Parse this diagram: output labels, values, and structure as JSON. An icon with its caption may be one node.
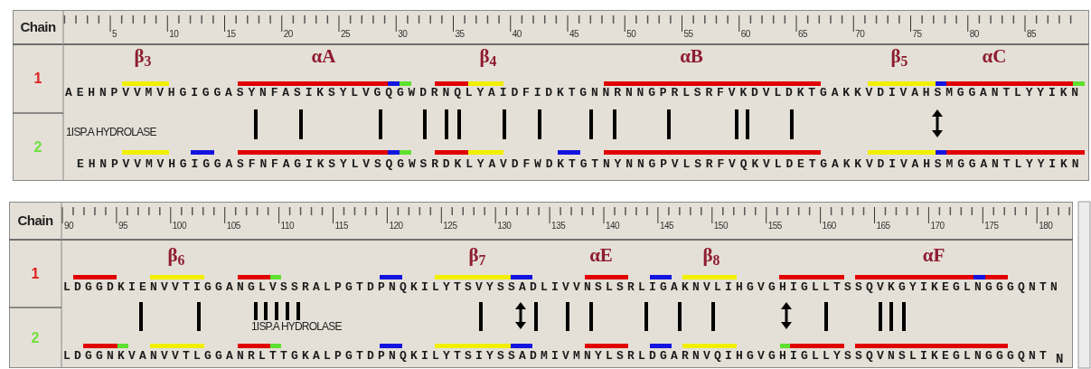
{
  "diagram": {
    "nodes": [
      {
        "text": [
          "Chain"
        ]
      },
      {
        "text": [
          "1"
        ]
      },
      {
        "text": [
          "2"
        ]
      },
      {
        "text": [
          "Chain"
        ]
      },
      {
        "text": [
          "1"
        ]
      },
      {
        "text": [
          "2"
        ]
      }
    ],
    "labels": [
      "5",
      "10",
      "15",
      "20",
      "25",
      "30",
      "35",
      "40",
      "45",
      "50",
      "55",
      "60",
      "65",
      "70",
      "75",
      "80",
      "85",
      "β$_{3}$",
      "αA",
      "β$_{4}$",
      "αB",
      "β$_{5}$",
      "αC",
      "AEHNPVVMVHGIGGASYNFASIKSYLVGQGWDRNQLYAIDFIDKTGNNRNNGPRLSRFVKDVLDKTGAKKVDIVAHSMGGANTLYYIKN",
      "1ISP.A HYDROLASE",
      "EHNPVVMVHGIGGASFNFAGIKSYLVSQGWSRDKLYAVDFWDKTGTNYNNGPVLSRFVQKVLDETGAKKVDIVAHSMGGANTLYYIKN",
      "90",
      "95",
      "100",
      "105",
      "110",
      "115",
      "120",
      "125",
      "130",
      "135",
      "140",
      "145",
      "150",
      "155",
      "160",
      "165",
      "170",
      "175",
      "180",
      "β$_{6}$",
      "β$_{7}$",
      "αE",
      "β$_{8}$",
      "αF",
      "LDGGDKIENVVTIGGANGLVSSRALPGTDPNQKILYTSVYSSADLIVVNSLSRLIGAKNVLIHGVGHIGLLTSSQVKGYIKEGLNGGGQNTN",
      "1ISP.A HYDROLASE",
      "LDGGNKVANVVTLGGANRLTTGKALPGTDPNQKILYTSIYSSADMIVMNYLSRLDGARNVQIHGVGHIGLLYSSQVNSLIKEGLNGGGQNT",
      "N"
    ]
  }
}
